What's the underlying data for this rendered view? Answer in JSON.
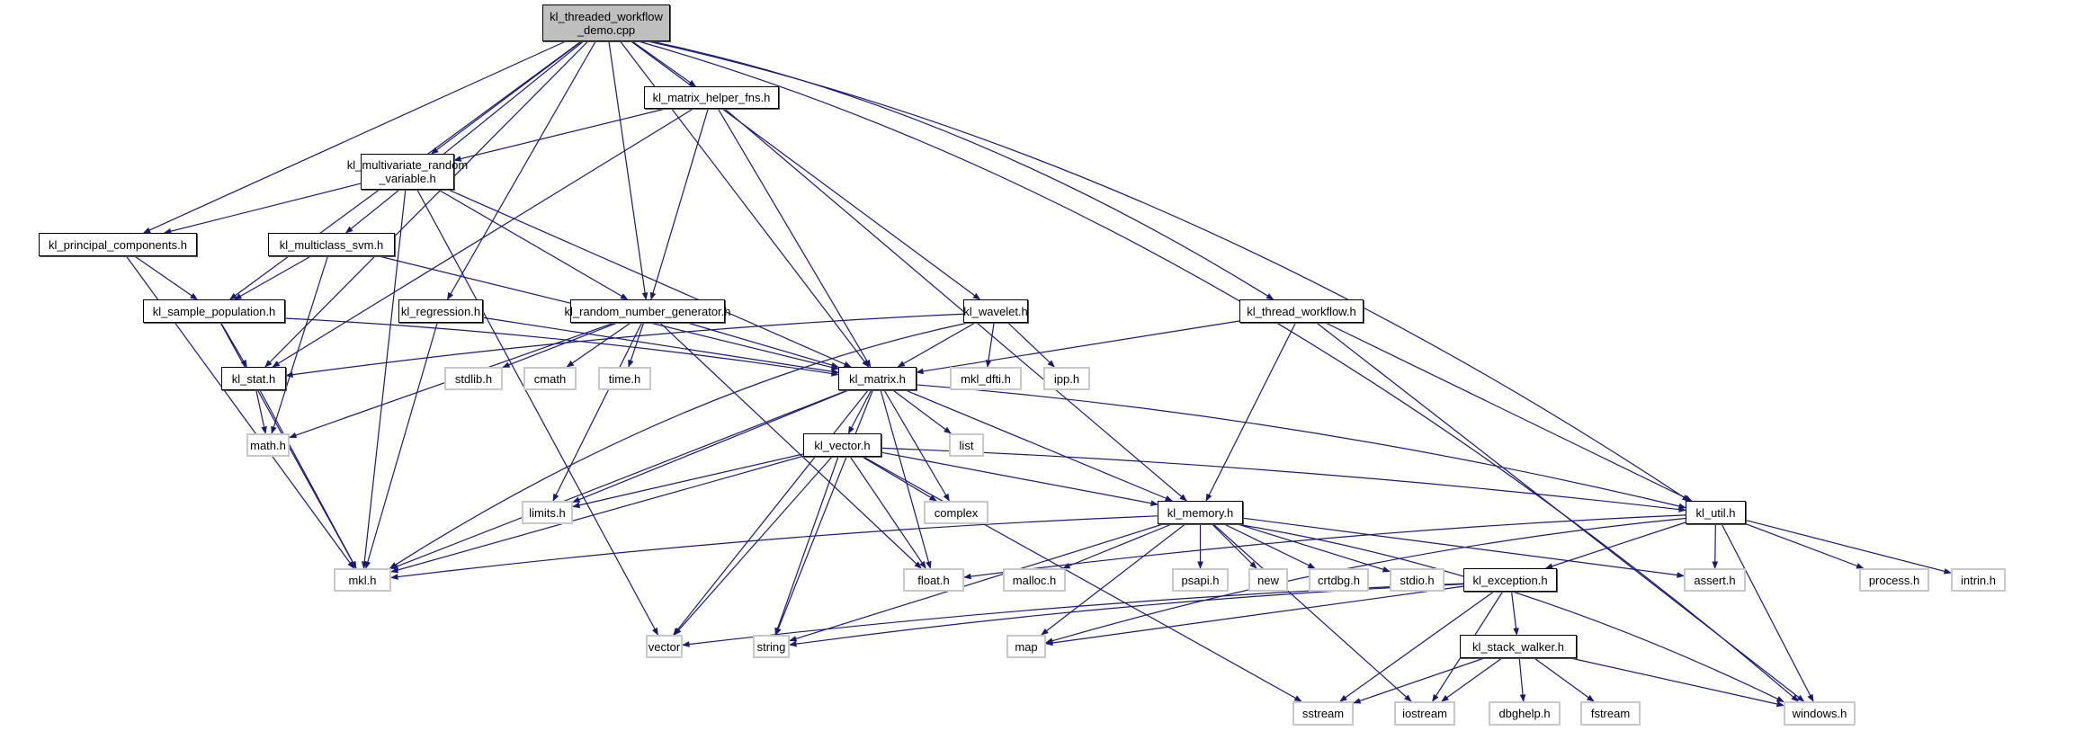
{
  "diagram": {
    "title": "kl_threaded_workflow_demo.cpp include dependency graph",
    "edge_color": "#191970",
    "nodes": [
      {
        "id": "root",
        "label": "kl_threaded_workflow\n_demo.cpp",
        "kind": "root"
      },
      {
        "id": "matrix_helper_fns",
        "label": "kl_matrix_helper_fns.h",
        "kind": "internal"
      },
      {
        "id": "mvrv",
        "label": "kl_multivariate_random\n_variable.h",
        "kind": "internal"
      },
      {
        "id": "principal_components",
        "label": "kl_principal_components.h",
        "kind": "internal"
      },
      {
        "id": "multiclass_svm",
        "label": "kl_multiclass_svm.h",
        "kind": "internal"
      },
      {
        "id": "sample_population",
        "label": "kl_sample_population.h",
        "kind": "internal"
      },
      {
        "id": "regression",
        "label": "kl_regression.h",
        "kind": "internal"
      },
      {
        "id": "rng",
        "label": "kl_random_number_generator.h",
        "kind": "internal"
      },
      {
        "id": "wavelet",
        "label": "kl_wavelet.h",
        "kind": "internal"
      },
      {
        "id": "thread_workflow",
        "label": "kl_thread_workflow.h",
        "kind": "internal"
      },
      {
        "id": "stat",
        "label": "kl_stat.h",
        "kind": "internal"
      },
      {
        "id": "stdlib",
        "label": "stdlib.h",
        "kind": "external"
      },
      {
        "id": "cmath",
        "label": "cmath",
        "kind": "external"
      },
      {
        "id": "time",
        "label": "time.h",
        "kind": "external"
      },
      {
        "id": "matrix",
        "label": "kl_matrix.h",
        "kind": "internal"
      },
      {
        "id": "mkl_dfti",
        "label": "mkl_dfti.h",
        "kind": "external"
      },
      {
        "id": "ipp",
        "label": "ipp.h",
        "kind": "external"
      },
      {
        "id": "math",
        "label": "math.h",
        "kind": "external"
      },
      {
        "id": "vector_h",
        "label": "kl_vector.h",
        "kind": "internal"
      },
      {
        "id": "list",
        "label": "list",
        "kind": "external"
      },
      {
        "id": "limits",
        "label": "limits.h",
        "kind": "external"
      },
      {
        "id": "complex",
        "label": "complex",
        "kind": "external"
      },
      {
        "id": "memory",
        "label": "kl_memory.h",
        "kind": "internal"
      },
      {
        "id": "util",
        "label": "kl_util.h",
        "kind": "internal"
      },
      {
        "id": "mkl",
        "label": "mkl.h",
        "kind": "external"
      },
      {
        "id": "float",
        "label": "float.h",
        "kind": "external"
      },
      {
        "id": "malloc",
        "label": "malloc.h",
        "kind": "external"
      },
      {
        "id": "psapi",
        "label": "psapi.h",
        "kind": "external"
      },
      {
        "id": "new",
        "label": "new",
        "kind": "external"
      },
      {
        "id": "crtdbg",
        "label": "crtdbg.h",
        "kind": "external"
      },
      {
        "id": "stdio",
        "label": "stdio.h",
        "kind": "external"
      },
      {
        "id": "exception",
        "label": "kl_exception.h",
        "kind": "internal"
      },
      {
        "id": "assert",
        "label": "assert.h",
        "kind": "external"
      },
      {
        "id": "process",
        "label": "process.h",
        "kind": "external"
      },
      {
        "id": "intrin",
        "label": "intrin.h",
        "kind": "external"
      },
      {
        "id": "vector",
        "label": "vector",
        "kind": "external"
      },
      {
        "id": "string",
        "label": "string",
        "kind": "external"
      },
      {
        "id": "stack_walker",
        "label": "kl_stack_walker.h",
        "kind": "internal"
      },
      {
        "id": "map",
        "label": "map",
        "kind": "external"
      },
      {
        "id": "sstream",
        "label": "sstream",
        "kind": "external"
      },
      {
        "id": "iostream",
        "label": "iostream",
        "kind": "external"
      },
      {
        "id": "dbghelp",
        "label": "dbghelp.h",
        "kind": "external"
      },
      {
        "id": "fstream",
        "label": "fstream",
        "kind": "external"
      },
      {
        "id": "windows",
        "label": "windows.h",
        "kind": "external"
      }
    ],
    "edges": [
      [
        "root",
        "matrix_helper_fns"
      ],
      [
        "root",
        "mvrv"
      ],
      [
        "root",
        "principal_components"
      ],
      [
        "root",
        "multiclass_svm"
      ],
      [
        "root",
        "sample_population"
      ],
      [
        "root",
        "regression"
      ],
      [
        "root",
        "rng"
      ],
      [
        "root",
        "wavelet"
      ],
      [
        "root",
        "thread_workflow"
      ],
      [
        "root",
        "stat"
      ],
      [
        "root",
        "matrix"
      ],
      [
        "root",
        "util"
      ],
      [
        "root",
        "windows"
      ],
      [
        "matrix_helper_fns",
        "mvrv"
      ],
      [
        "matrix_helper_fns",
        "rng"
      ],
      [
        "matrix_helper_fns",
        "matrix"
      ],
      [
        "matrix_helper_fns",
        "stat"
      ],
      [
        "matrix_helper_fns",
        "memory"
      ],
      [
        "mvrv",
        "principal_components"
      ],
      [
        "mvrv",
        "rng"
      ],
      [
        "mvrv",
        "matrix"
      ],
      [
        "mvrv",
        "mkl"
      ],
      [
        "mvrv",
        "vector"
      ],
      [
        "principal_components",
        "sample_population"
      ],
      [
        "principal_components",
        "mkl"
      ],
      [
        "multiclass_svm",
        "sample_population"
      ],
      [
        "multiclass_svm",
        "matrix"
      ],
      [
        "multiclass_svm",
        "math"
      ],
      [
        "sample_population",
        "stat"
      ],
      [
        "sample_population",
        "matrix"
      ],
      [
        "sample_population",
        "mkl"
      ],
      [
        "regression",
        "matrix"
      ],
      [
        "regression",
        "mkl"
      ],
      [
        "rng",
        "stdlib"
      ],
      [
        "rng",
        "cmath"
      ],
      [
        "rng",
        "time"
      ],
      [
        "rng",
        "matrix"
      ],
      [
        "rng",
        "math"
      ],
      [
        "rng",
        "limits"
      ],
      [
        "rng",
        "float"
      ],
      [
        "wavelet",
        "matrix"
      ],
      [
        "wavelet",
        "mkl_dfti"
      ],
      [
        "wavelet",
        "ipp"
      ],
      [
        "wavelet",
        "stat"
      ],
      [
        "wavelet",
        "mkl"
      ],
      [
        "thread_workflow",
        "matrix"
      ],
      [
        "thread_workflow",
        "memory"
      ],
      [
        "thread_workflow",
        "util"
      ],
      [
        "thread_workflow",
        "windows"
      ],
      [
        "stat",
        "math"
      ],
      [
        "stat",
        "mkl"
      ],
      [
        "matrix",
        "vector_h"
      ],
      [
        "matrix",
        "list"
      ],
      [
        "matrix",
        "complex"
      ],
      [
        "matrix",
        "limits"
      ],
      [
        "matrix",
        "memory"
      ],
      [
        "matrix",
        "util"
      ],
      [
        "matrix",
        "mkl"
      ],
      [
        "matrix",
        "float"
      ],
      [
        "matrix",
        "string"
      ],
      [
        "matrix",
        "vector"
      ],
      [
        "vector_h",
        "limits"
      ],
      [
        "vector_h",
        "complex"
      ],
      [
        "vector_h",
        "memory"
      ],
      [
        "vector_h",
        "util"
      ],
      [
        "vector_h",
        "mkl"
      ],
      [
        "vector_h",
        "float"
      ],
      [
        "vector_h",
        "vector"
      ],
      [
        "vector_h",
        "string"
      ],
      [
        "vector_h",
        "sstream"
      ],
      [
        "memory",
        "mkl"
      ],
      [
        "memory",
        "malloc"
      ],
      [
        "memory",
        "psapi"
      ],
      [
        "memory",
        "new"
      ],
      [
        "memory",
        "crtdbg"
      ],
      [
        "memory",
        "stdio"
      ],
      [
        "memory",
        "assert"
      ],
      [
        "memory",
        "map"
      ],
      [
        "memory",
        "string"
      ],
      [
        "memory",
        "iostream"
      ],
      [
        "memory",
        "windows"
      ],
      [
        "util",
        "exception"
      ],
      [
        "util",
        "assert"
      ],
      [
        "util",
        "process"
      ],
      [
        "util",
        "intrin"
      ],
      [
        "util",
        "map"
      ],
      [
        "util",
        "windows"
      ],
      [
        "util",
        "float"
      ],
      [
        "exception",
        "stack_walker"
      ],
      [
        "exception",
        "map"
      ],
      [
        "exception",
        "vector"
      ],
      [
        "exception",
        "string"
      ],
      [
        "exception",
        "sstream"
      ],
      [
        "exception",
        "iostream"
      ],
      [
        "stack_walker",
        "sstream"
      ],
      [
        "stack_walker",
        "iostream"
      ],
      [
        "stack_walker",
        "dbghelp"
      ],
      [
        "stack_walker",
        "fstream"
      ],
      [
        "stack_walker",
        "windows"
      ]
    ]
  }
}
